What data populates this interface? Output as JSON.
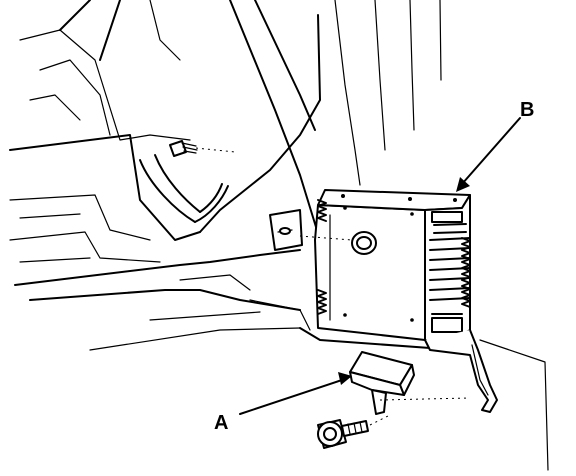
{
  "callouts": {
    "a": {
      "letter": "A"
    },
    "b": {
      "letter": "B"
    }
  },
  "colors": {
    "ink": "#000000",
    "paper": "#ffffff"
  },
  "parts": {
    "a": {
      "kind": "bracket",
      "fastener": "flange-bolt"
    },
    "b": {
      "kind": "control-module",
      "fastener": "flange-nut"
    }
  }
}
